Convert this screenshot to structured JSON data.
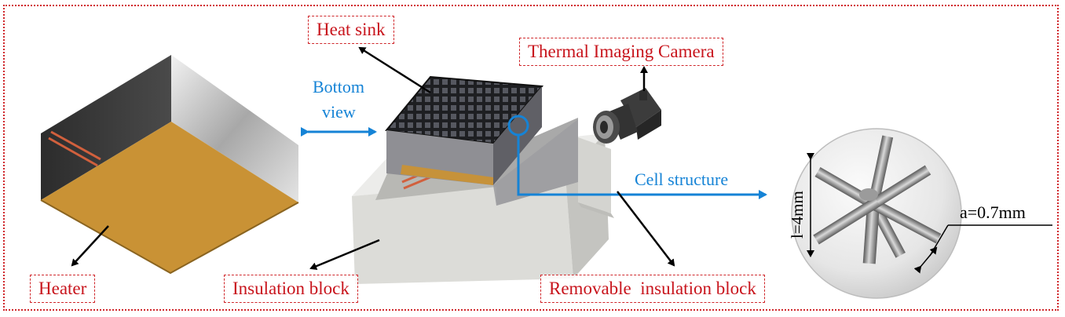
{
  "labels": {
    "heat_sink": "Heat sink",
    "thermal_camera": "Thermal Imaging Camera",
    "heater": "Heater",
    "insulation_block": "Insulation block",
    "removable_insulation_block": "Removable  insulation block"
  },
  "annotations": {
    "bottom_view_line1": "Bottom",
    "bottom_view_line2": "view",
    "cell_structure": "Cell structure",
    "cell_length": "l=4mm",
    "strut_width": "a=0.7mm"
  },
  "colors": {
    "frame": "#d0282c",
    "label_text": "#c8141c",
    "annotation_blue": "#1583d6",
    "heater_copper": "#c99235",
    "insulation_gray": "#d8d8d4",
    "heat_sink_dark": "#2b2c30"
  }
}
